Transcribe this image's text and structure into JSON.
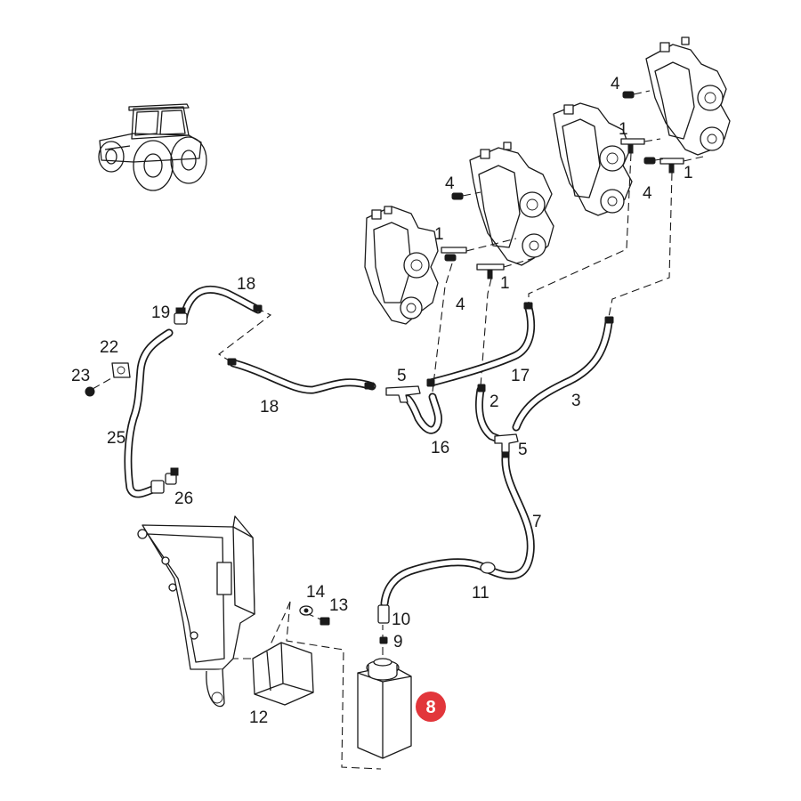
{
  "diagram": {
    "labels": {
      "p1a": "1",
      "p1b": "1",
      "p1c": "1",
      "p1d": "1",
      "p2": "2",
      "p3": "3",
      "p4a": "4",
      "p4b": "4",
      "p4c": "4",
      "p4d": "4",
      "p5a": "5",
      "p5b": "5",
      "p7": "7",
      "p9": "9",
      "p10": "10",
      "p11": "11",
      "p12": "12",
      "p13": "13",
      "p14": "14",
      "p16": "16",
      "p17": "17",
      "p18a": "18",
      "p18b": "18",
      "p19": "19",
      "p22": "22",
      "p23": "23",
      "p25": "25",
      "p26": "26"
    },
    "highlight": {
      "label": "8",
      "color": "#e2363b"
    },
    "icons": {
      "tractor": "tractor-icon",
      "valve_blocks": "hydraulic-valve-block",
      "reservoir": "reservoir-tank",
      "bracket": "mounting-bracket"
    }
  }
}
